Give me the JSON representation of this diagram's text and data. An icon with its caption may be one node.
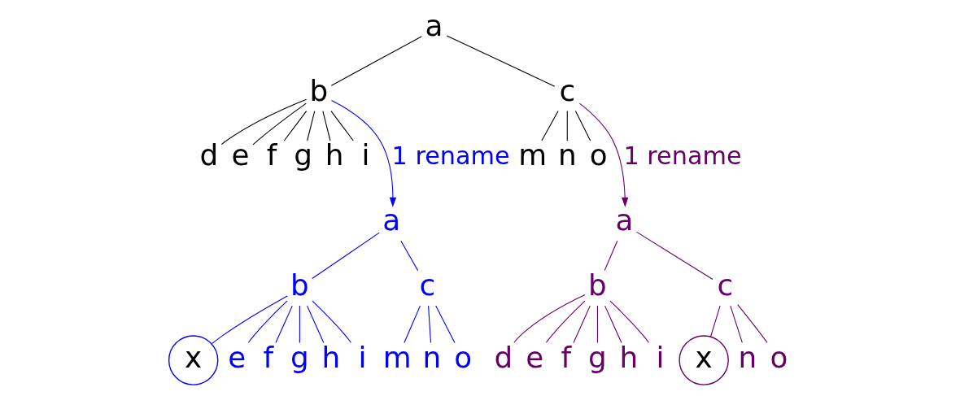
{
  "diagram": {
    "nodes": [
      {
        "text": [
          "a"
        ]
      },
      {
        "text": [
          "b"
        ]
      },
      {
        "text": [
          "c"
        ]
      },
      {
        "text": [
          "d"
        ]
      },
      {
        "text": [
          "e"
        ]
      },
      {
        "text": [
          "f"
        ]
      },
      {
        "text": [
          "g"
        ]
      },
      {
        "text": [
          "h"
        ]
      },
      {
        "text": [
          "i"
        ]
      },
      {
        "text": [
          "m"
        ]
      },
      {
        "text": [
          "n"
        ]
      },
      {
        "text": [
          "o"
        ]
      },
      {
        "text": [
          "a"
        ]
      },
      {
        "text": [
          "b"
        ]
      },
      {
        "text": [
          "c"
        ]
      },
      {
        "text": [
          "x"
        ]
      },
      {
        "text": [
          "e"
        ]
      },
      {
        "text": [
          "f"
        ]
      },
      {
        "text": [
          "g"
        ]
      },
      {
        "text": [
          "h"
        ]
      },
      {
        "text": [
          "i"
        ]
      },
      {
        "text": [
          "m"
        ]
      },
      {
        "text": [
          "n"
        ]
      },
      {
        "text": [
          "o"
        ]
      },
      {
        "text": [
          "a"
        ]
      },
      {
        "text": [
          "b"
        ]
      },
      {
        "text": [
          "c"
        ]
      },
      {
        "text": [
          "d"
        ]
      },
      {
        "text": [
          "e"
        ]
      },
      {
        "text": [
          "f"
        ]
      },
      {
        "text": [
          "g"
        ]
      },
      {
        "text": [
          "h"
        ]
      },
      {
        "text": [
          "i"
        ]
      },
      {
        "text": [
          "x"
        ]
      },
      {
        "text": [
          "n"
        ]
      },
      {
        "text": [
          "o"
        ]
      }
    ],
    "edges": [
      {
        "from": 0,
        "to": 1,
        "arrow": "none",
        "color": "#000000"
      },
      {
        "from": 0,
        "to": 2,
        "arrow": "none",
        "color": "#000000"
      },
      {
        "from": 1,
        "to": 3,
        "arrow": "none",
        "color": "#000000"
      },
      {
        "from": 1,
        "to": 4,
        "arrow": "none",
        "color": "#000000"
      },
      {
        "from": 1,
        "to": 5,
        "arrow": "none",
        "color": "#000000"
      },
      {
        "from": 1,
        "to": 6,
        "arrow": "none",
        "color": "#000000"
      },
      {
        "from": 1,
        "to": 7,
        "arrow": "none",
        "color": "#000000"
      },
      {
        "from": 1,
        "to": 8,
        "arrow": "none",
        "color": "#000000"
      },
      {
        "from": 2,
        "to": 9,
        "arrow": "none",
        "color": "#000000"
      },
      {
        "from": 2,
        "to": 10,
        "arrow": "none",
        "color": "#000000"
      },
      {
        "from": 2,
        "to": 11,
        "arrow": "none",
        "color": "#000000"
      },
      {
        "from": 1,
        "to": 12,
        "arrow": "to",
        "label": "1 rename",
        "color": "#0000ff"
      },
      {
        "from": 2,
        "to": 24,
        "arrow": "to",
        "label": "1 rename",
        "color": "#660066"
      },
      {
        "from": 12,
        "to": 13,
        "arrow": "none",
        "color": "#0000ff"
      },
      {
        "from": 12,
        "to": 14,
        "arrow": "none",
        "color": "#0000ff"
      },
      {
        "from": 13,
        "to": 15,
        "arrow": "none",
        "color": "#0000ff"
      },
      {
        "from": 13,
        "to": 16,
        "arrow": "none",
        "color": "#0000ff"
      },
      {
        "from": 13,
        "to": 17,
        "arrow": "none",
        "color": "#0000ff"
      },
      {
        "from": 13,
        "to": 18,
        "arrow": "none",
        "color": "#0000ff"
      },
      {
        "from": 13,
        "to": 19,
        "arrow": "none",
        "color": "#0000ff"
      },
      {
        "from": 13,
        "to": 20,
        "arrow": "none",
        "color": "#0000ff"
      },
      {
        "from": 14,
        "to": 21,
        "arrow": "none",
        "color": "#0000ff"
      },
      {
        "from": 14,
        "to": 22,
        "arrow": "none",
        "color": "#0000ff"
      },
      {
        "from": 14,
        "to": 23,
        "arrow": "none",
        "color": "#0000ff"
      },
      {
        "from": 24,
        "to": 25,
        "arrow": "none",
        "color": "#660066"
      },
      {
        "from": 24,
        "to": 26,
        "arrow": "none",
        "color": "#660066"
      },
      {
        "from": 25,
        "to": 27,
        "arrow": "none",
        "color": "#660066"
      },
      {
        "from": 25,
        "to": 28,
        "arrow": "none",
        "color": "#660066"
      },
      {
        "from": 25,
        "to": 29,
        "arrow": "none",
        "color": "#660066"
      },
      {
        "from": 25,
        "to": 30,
        "arrow": "none",
        "color": "#660066"
      },
      {
        "from": 25,
        "to": 31,
        "arrow": "none",
        "color": "#660066"
      },
      {
        "from": 25,
        "to": 32,
        "arrow": "none",
        "color": "#660066"
      },
      {
        "from": 26,
        "to": 33,
        "arrow": "none",
        "color": "#660066"
      },
      {
        "from": 26,
        "to": 34,
        "arrow": "none",
        "color": "#660066"
      },
      {
        "from": 26,
        "to": 35,
        "arrow": "none",
        "color": "#660066"
      }
    ]
  }
}
